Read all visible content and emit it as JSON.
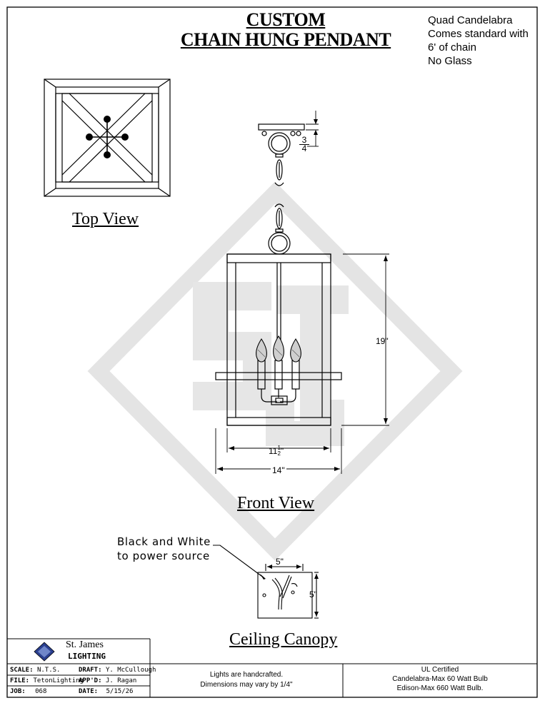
{
  "title": {
    "line1": "CUSTOM",
    "line2": "CHAIN HUNG PENDANT"
  },
  "notes": [
    "Quad Candelabra",
    "Comes standard with",
    "6' of chain",
    "No Glass"
  ],
  "views": {
    "top": "Top View",
    "front": "Front View",
    "canopy": "Ceiling Canopy"
  },
  "dimensions": {
    "loop_num": "3",
    "loop_den": "4",
    "height": "19\"",
    "inner_whole": "11",
    "inner_num": "1",
    "inner_den": "2",
    "inner_unit": "\"",
    "width": "14\"",
    "canopy_w": "5\"",
    "canopy_h": "5\""
  },
  "canopy_note": {
    "line1": "Black and White",
    "line2": "to power source"
  },
  "title_block": {
    "company_line1": "St. James",
    "company_line2": "LIGHTING",
    "scale_label": "SCALE:",
    "scale_value": "N.T.S.",
    "draft_label": "DRAFT:",
    "draft_value": "Y. McCullough",
    "file_label": "FILE:",
    "file_value": "TetonLighting",
    "appd_label": "APP'D:",
    "appd_value": "J. Ragan",
    "job_label": "JOB:",
    "job_value": "068",
    "date_label": "DATE:",
    "date_value": "5/15/26",
    "handcraft_line1": "Lights are handcrafted.",
    "handcraft_line2": "Dimensions may vary by 1/4\"",
    "ul_line1": "UL Certified",
    "ul_line2": "Candelabra-Max 60 Watt Bulb",
    "ul_line3": "Edison-Max 660 Watt Bulb."
  }
}
